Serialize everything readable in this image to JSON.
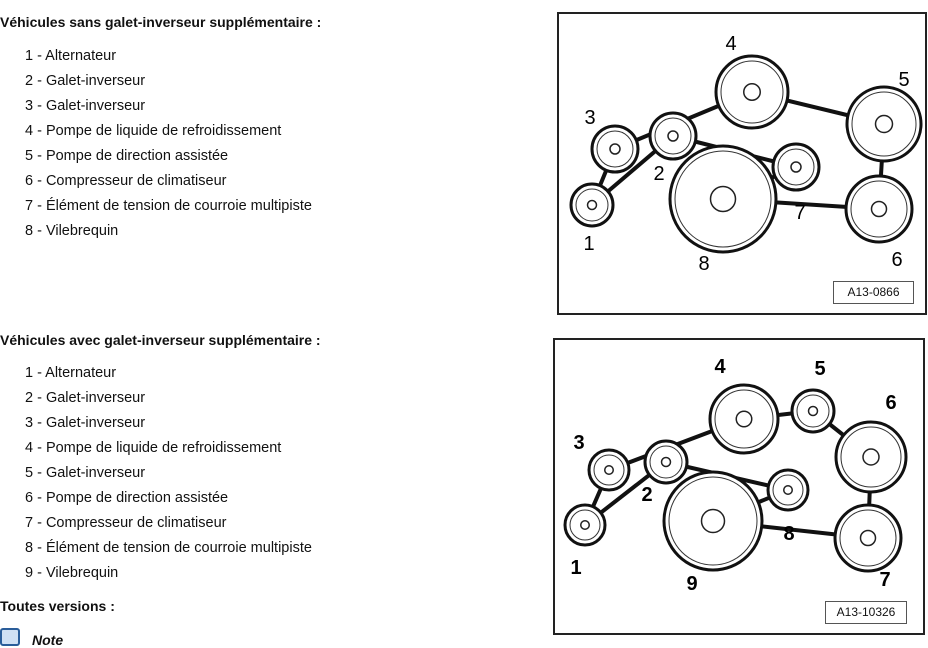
{
  "section1": {
    "heading": "Véhicules sans galet-inverseur supplémentaire :",
    "items": [
      "1 - Alternateur",
      "2 - Galet-inverseur",
      "3 - Galet-inverseur",
      "4 - Pompe de liquide de refroidissement",
      "5 - Pompe de direction assistée",
      "6 - Compresseur de climatiseur",
      "7 - Élément de tension de courroie multipiste",
      "8 - Vilebrequin"
    ],
    "figure_ref": "A13-0866",
    "figure_labels": [
      "1",
      "2",
      "3",
      "4",
      "5",
      "6",
      "7",
      "8"
    ]
  },
  "section2": {
    "heading": "Véhicules avec galet-inverseur supplémentaire :",
    "items": [
      "1 - Alternateur",
      "2 - Galet-inverseur",
      "3 - Galet-inverseur",
      "4 - Pompe de liquide de refroidissement",
      "5 - Galet-inverseur",
      "6 - Pompe de direction assistée",
      "7 - Compresseur de climatiseur",
      "8 - Élément de tension de courroie multipiste",
      "9 - Vilebrequin"
    ],
    "figure_ref": "A13-10326",
    "figure_labels": [
      "1",
      "2",
      "3",
      "4",
      "5",
      "6",
      "7",
      "8",
      "9"
    ]
  },
  "section3": {
    "heading": "Toutes versions :",
    "note_label": "Note"
  }
}
